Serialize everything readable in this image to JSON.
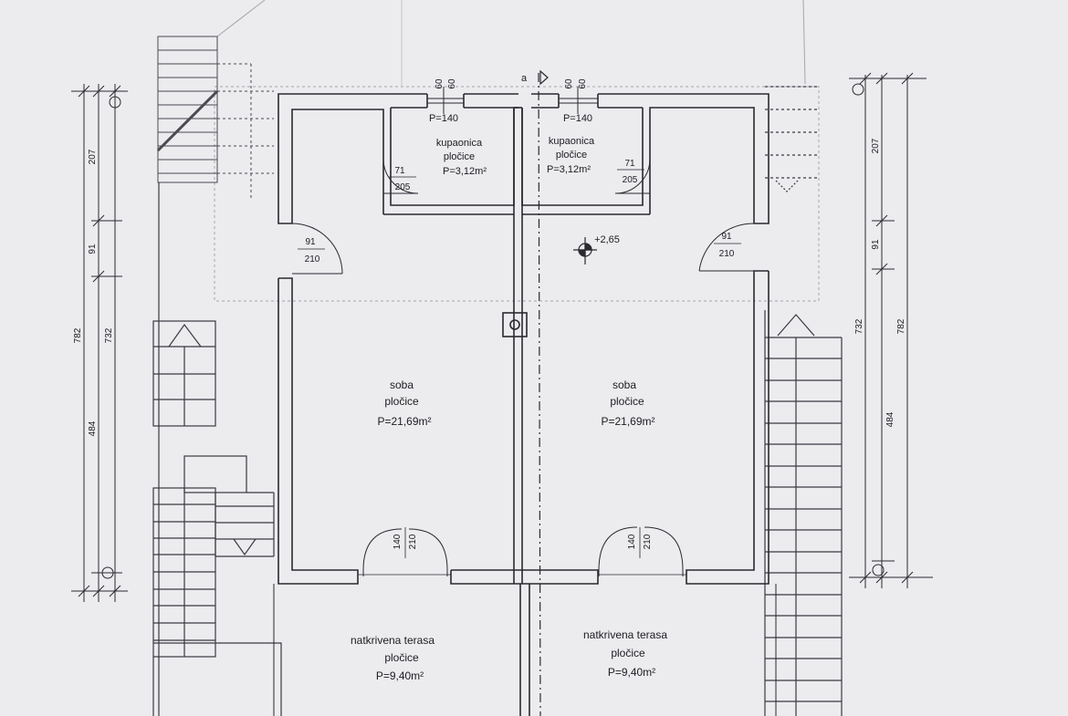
{
  "rooms": {
    "bath_left": {
      "name": "kupaonica",
      "floor": "pločice",
      "area": "P=3,12m²"
    },
    "bath_right": {
      "name": "kupaonica",
      "floor": "pločice",
      "area": "P=3,12m²"
    },
    "room_left": {
      "name": "soba",
      "floor": "pločice",
      "area": "P=21,69m²"
    },
    "room_right": {
      "name": "soba",
      "floor": "pločice",
      "area": "P=21,69m²"
    },
    "terrace_left": {
      "name": "natkrivena terasa",
      "floor": "pločice",
      "area": "P=9,40m²"
    },
    "terrace_right": {
      "name": "natkrivena terasa",
      "floor": "pločice",
      "area": "P=9,40m²"
    }
  },
  "windows": {
    "bath_left": {
      "size_a": "60",
      "size_b": "60",
      "sill": "P=140"
    },
    "bath_right": {
      "size_a": "60",
      "size_b": "60",
      "sill": "P=140"
    }
  },
  "doors": {
    "bath_left": {
      "width": "71",
      "height": "205"
    },
    "bath_right": {
      "width": "71",
      "height": "205"
    },
    "entry_left": {
      "width": "91",
      "height": "210"
    },
    "entry_right": {
      "width": "91",
      "height": "210"
    },
    "terrace_left": {
      "width": "140",
      "height": "210"
    },
    "terrace_right": {
      "width": "140",
      "height": "210"
    }
  },
  "level_mark": "+2,65",
  "section_marker": "a",
  "dimensions": {
    "left": {
      "total": "782",
      "inner": "732",
      "seg_top": "207",
      "seg_mid": "91",
      "seg_bottom": "484"
    },
    "right": {
      "total": "782",
      "inner": "732",
      "seg_top": "207",
      "seg_mid": "91",
      "seg_bottom": "484"
    }
  },
  "colors": {
    "paper": "#ecebee",
    "ink": "#2a2a30",
    "faint": "#8a8a92"
  }
}
